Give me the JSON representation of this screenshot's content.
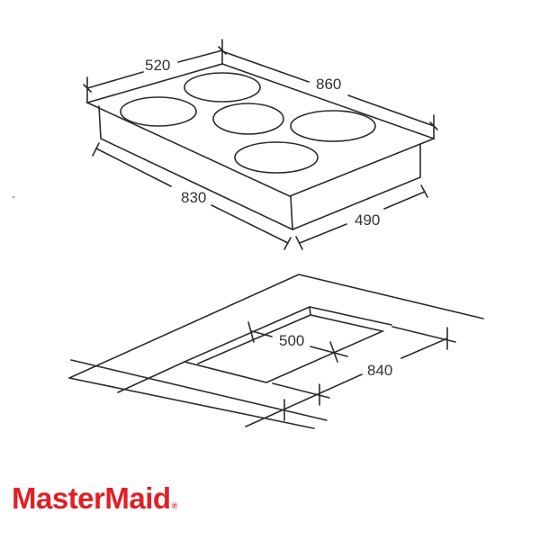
{
  "brand": {
    "name": "MasterMaid",
    "registered_mark": "®",
    "color": "#e21f26"
  },
  "hob_diagram": {
    "description": "Isometric view of 5-zone cooktop with overall dimensions",
    "dimensions": {
      "top_width": "520",
      "top_length": "860",
      "body_length": "830",
      "body_width": "490"
    },
    "burner_count": 5
  },
  "cutout_diagram": {
    "description": "Worktop cut-out dimensions",
    "dimensions": {
      "cutout_width": "500",
      "cutout_length": "840"
    }
  },
  "colors": {
    "line": "#2b2b2b",
    "text": "#333333",
    "background": "#ffffff"
  }
}
